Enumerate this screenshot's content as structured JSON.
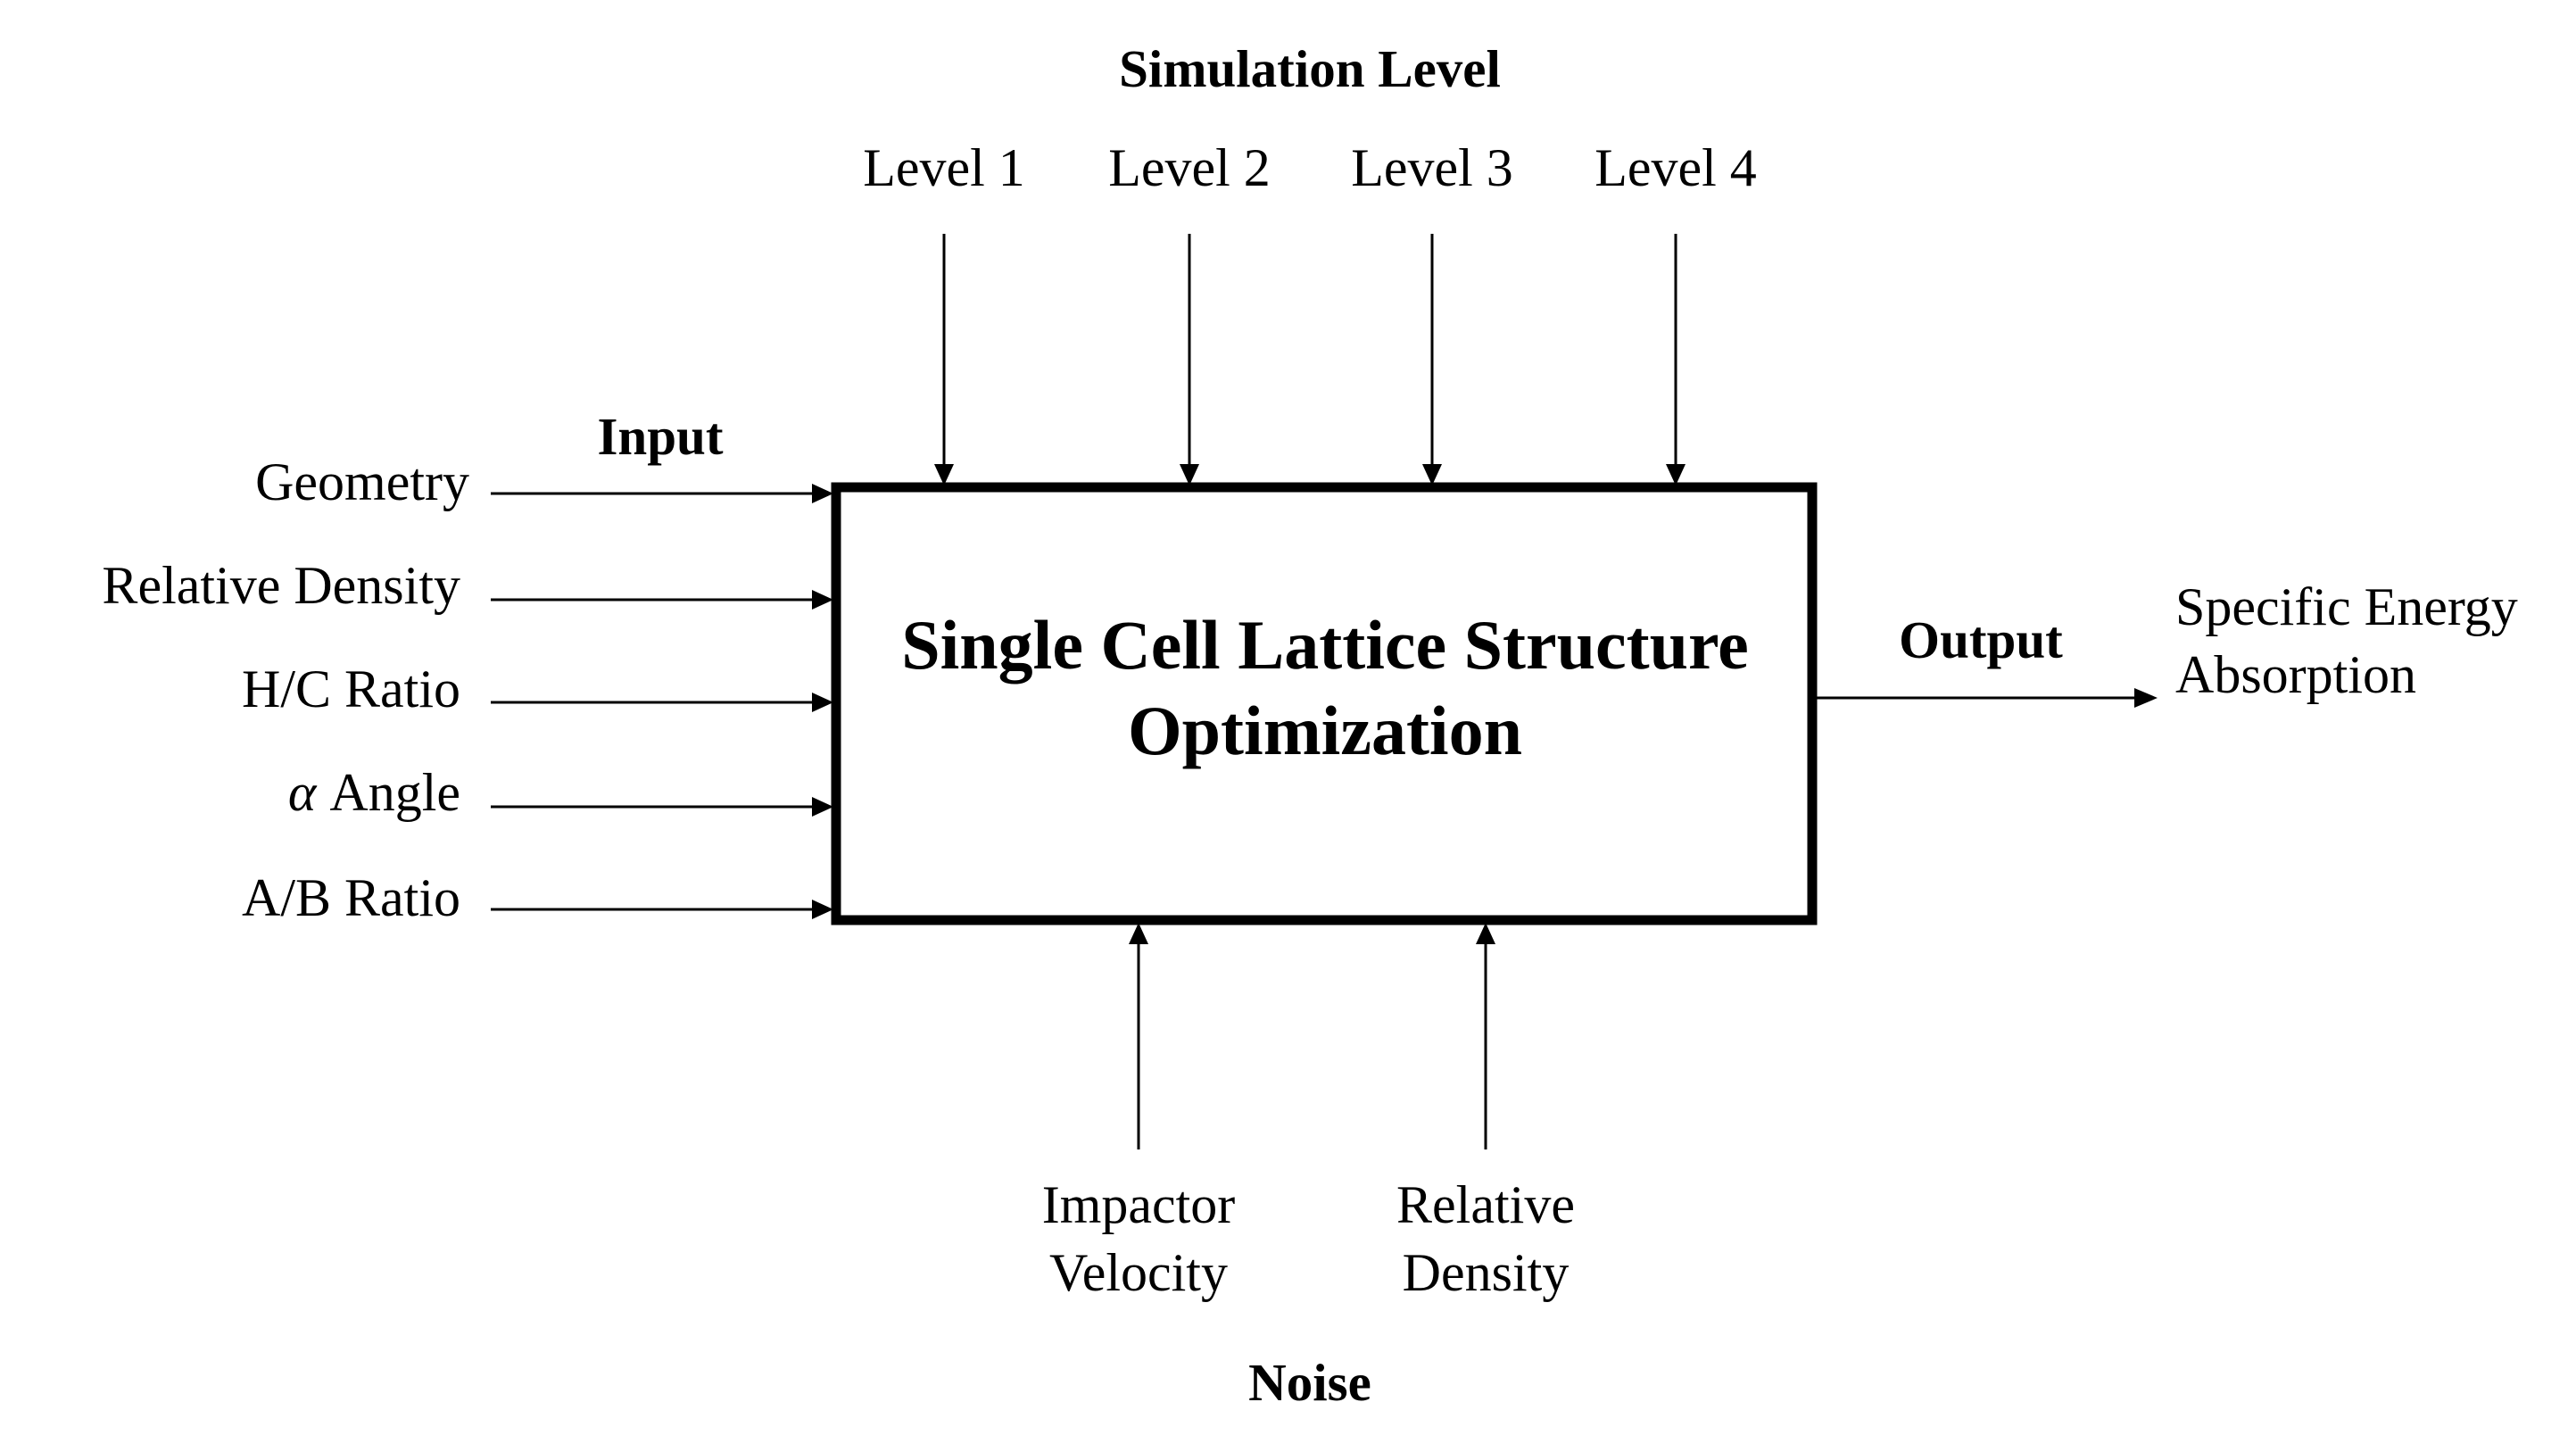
{
  "diagram": {
    "process_title_line1": "Single Cell Lattice Structure",
    "process_title_line2": "Optimization",
    "control": {
      "heading": "Simulation Level",
      "items": [
        "Level 1",
        "Level 2",
        "Level 3",
        "Level 4"
      ]
    },
    "input": {
      "heading": "Input",
      "items": [
        "Geometry",
        "Relative Density",
        "H/C Ratio",
        "Angle",
        "A/B Ratio"
      ],
      "alpha_symbol": "α"
    },
    "output": {
      "heading": "Output",
      "item_line1": "Specific Energy",
      "item_line2": "Absorption"
    },
    "noise": {
      "heading": "Noise",
      "items": [
        {
          "line1": "Impactor",
          "line2": "Velocity"
        },
        {
          "line1": "Relative",
          "line2": "Density"
        }
      ]
    }
  }
}
